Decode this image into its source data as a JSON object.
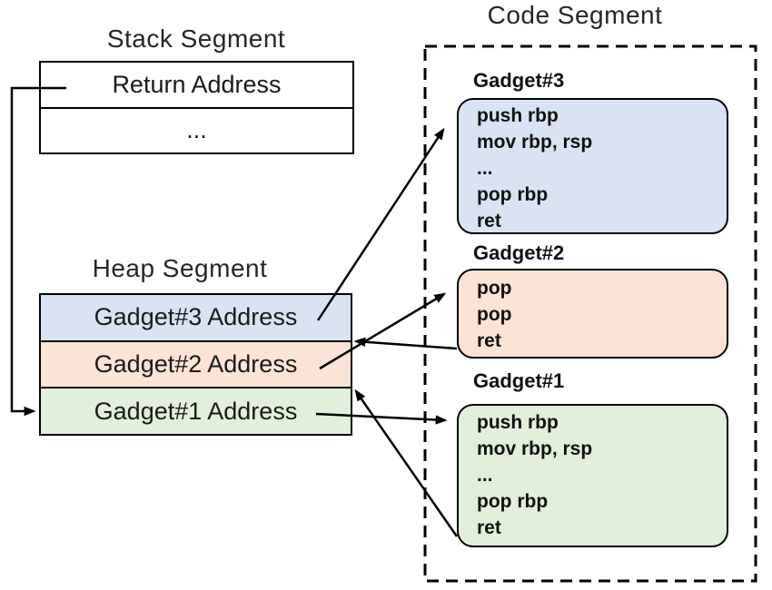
{
  "stack": {
    "title": "Stack Segment",
    "rows": [
      "Return Address",
      "..."
    ]
  },
  "heap": {
    "title": "Heap Segment",
    "rows": [
      {
        "label": "Gadget#3 Address",
        "color": "#dae3f3"
      },
      {
        "label": "Gadget#2 Address",
        "color": "#fbe3d5"
      },
      {
        "label": "Gadget#1 Address",
        "color": "#e2efda"
      }
    ]
  },
  "code": {
    "title": "Code Segment",
    "gadgets": [
      {
        "name": "Gadget#3",
        "color": "#dae3f3",
        "instructions": [
          "push rbp",
          "mov rbp, rsp",
          "...",
          "pop rbp",
          "ret"
        ]
      },
      {
        "name": "Gadget#2",
        "color": "#fbe3d5",
        "instructions": [
          "pop",
          "pop",
          "ret"
        ]
      },
      {
        "name": "Gadget#1",
        "color": "#e2efda",
        "instructions": [
          "push rbp",
          "mov rbp, rsp",
          "...",
          "pop rbp",
          "ret"
        ]
      }
    ]
  },
  "arrows": [
    {
      "from": "stack-return-address",
      "to": "heap-gadget1-address"
    },
    {
      "from": "heap-gadget3-address",
      "to": "code-gadget3"
    },
    {
      "from": "heap-gadget2-address",
      "to": "code-gadget2"
    },
    {
      "from": "code-gadget2-ret",
      "to": "heap-gadget3-address"
    },
    {
      "from": "heap-gadget1-address",
      "to": "code-gadget1"
    },
    {
      "from": "code-gadget1-ret",
      "to": "heap-gadget2-address"
    }
  ],
  "colors": {
    "background": "#ffffff",
    "border": "#000000",
    "arrow": "#000000",
    "text": "#1a1a1a",
    "gadget3_fill": "#dae3f3",
    "gadget2_fill": "#fbe3d5",
    "gadget1_fill": "#e2efda"
  }
}
